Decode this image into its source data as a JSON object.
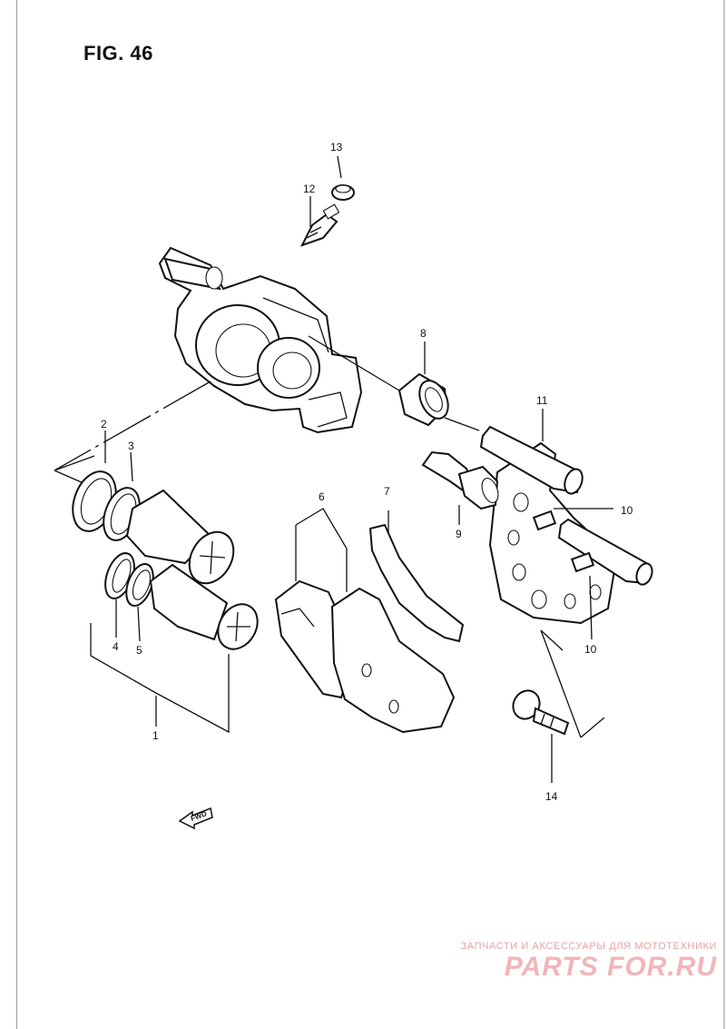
{
  "figure": {
    "title": "FIG. 46"
  },
  "callouts": {
    "c1": "1",
    "c2": "2",
    "c3": "3",
    "c4": "4",
    "c5": "5",
    "c6": "6",
    "c7": "7",
    "c8": "8",
    "c9": "9",
    "c10a": "10",
    "c10b": "10",
    "c11": "11",
    "c12": "12",
    "c13": "13",
    "c14": "14"
  },
  "fwd_marker": "FWD",
  "watermark": {
    "tagline": "ЗАПЧАСТИ И АКСЕССУАРЫ ДЛЯ МОТОТЕХНИКИ",
    "logo": "PARTS FOR.RU"
  }
}
